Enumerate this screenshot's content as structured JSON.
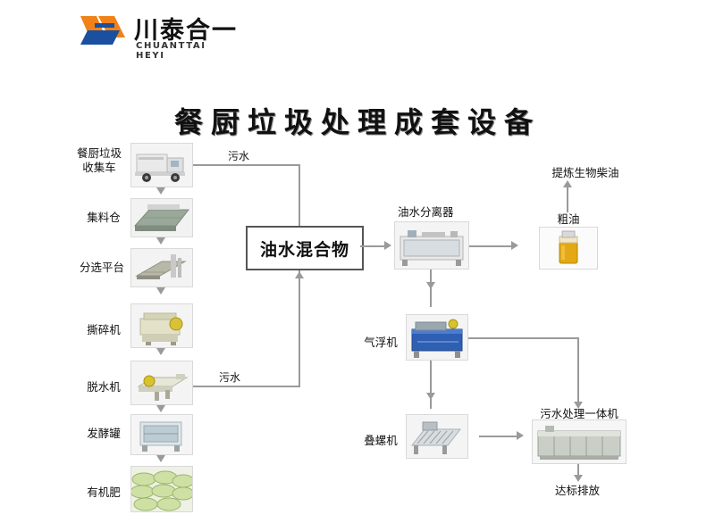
{
  "logo": {
    "company_cn": "川泰合一",
    "company_en": "CHUANTTAI HEYI",
    "mark_name": "chuanttai-heyi-mark"
  },
  "title": "餐厨垃圾处理成套设备",
  "center_node": {
    "label": "油水混合物"
  },
  "left_column": [
    {
      "label": "餐厨垃圾\n收集车",
      "photo": "garbage-truck"
    },
    {
      "label": "集料仓",
      "photo": "collection-bin"
    },
    {
      "label": "分选平台",
      "photo": "sorting-platform"
    },
    {
      "label": "撕碎机",
      "photo": "shredder"
    },
    {
      "label": "脱水机",
      "photo": "dewatering-machine"
    },
    {
      "label": "发酵罐",
      "photo": "fermentation-tank"
    },
    {
      "label": "有机肥",
      "photo": "organic-fertilizer"
    }
  ],
  "right_nodes": [
    {
      "label": "油水分离器",
      "photo": "oil-water-separator"
    },
    {
      "label": "提炼生物柴油",
      "photo": null
    },
    {
      "label": "粗油",
      "photo": "crude-oil-jar"
    },
    {
      "label": "气浮机",
      "photo": "air-flotation-machine"
    },
    {
      "label": "叠螺机",
      "photo": "screw-press-machine"
    },
    {
      "label": "污水处理一体机",
      "photo": "integrated-sewage-treatment"
    },
    {
      "label": "达标排放",
      "photo": null
    }
  ],
  "edge_labels": [
    {
      "label": "污水",
      "name": "sewage-label-top"
    },
    {
      "label": "污水",
      "name": "sewage-label-bottom"
    }
  ],
  "colors": {
    "logo_orange": "#f08219",
    "logo_blue": "#1b4fa0",
    "arrow_gray": "#9a9a9a",
    "text_dark": "#111111",
    "border_gray": "#d9d9d9"
  }
}
